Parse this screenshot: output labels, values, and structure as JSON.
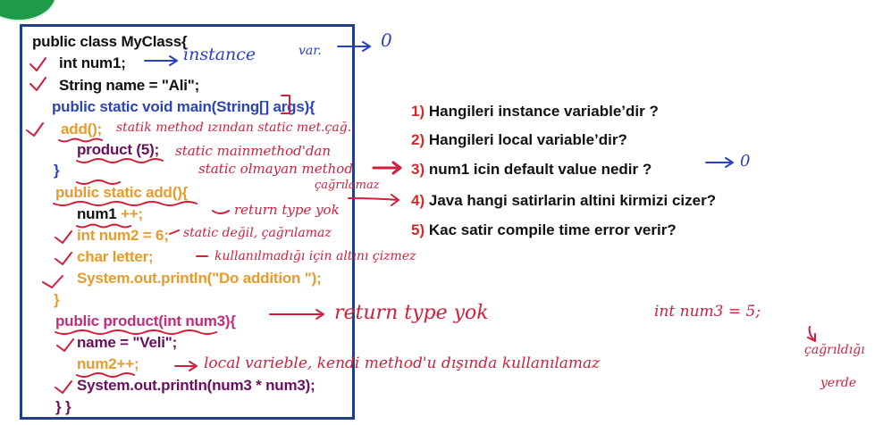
{
  "code": {
    "line1": "public class MyClass{",
    "line2": "int num1;",
    "line3": "String name = \"Ali\";",
    "line4": "public static void main(String[] args){",
    "line5": "add();",
    "line6": "product (5);",
    "line7": "}",
    "line8": "public static add(){",
    "line9_var": "num1",
    "line9_op": "++;",
    "line10": "int num2 = 6;",
    "line11": "char letter;",
    "line12": "System.out.println(\"Do addition \");",
    "line13": "}",
    "line14": "public product(int num3){",
    "line15": "name = \"Veli\";",
    "line16": "num2++;",
    "line17": "System.out.println(num3 * num3);",
    "line18": "} }"
  },
  "questions": [
    {
      "num": "1)",
      "text": "Hangileri instance variable’dir ?"
    },
    {
      "num": "2)",
      "text": "Hangileri local variable’dir?"
    },
    {
      "num": "3)",
      "text": "num1 icin default value nedir ?"
    },
    {
      "num": "4)",
      "text": "Java hangi satirlarin altini kirmizi cizer?"
    },
    {
      "num": "5)",
      "text": "Kac satir compile time error verir?"
    }
  ],
  "notes": {
    "instance": "instance",
    "var": "var.",
    "zero_top": "0",
    "zero_q3": "0",
    "static_call": "statik method ızından static met.çağ.",
    "static_main1": "static mainmethod'dan",
    "static_main2": "static olmayan method",
    "static_main3": "çağrılamaz",
    "return_type_yok1": "return type yok",
    "static_degil": "static değil, çağrılamaz",
    "kullanilmadigi": "kullanılmadığı için altını çizmez",
    "return_type_yok2": "return type yok",
    "int_num3": "int num3 = 5;",
    "cagrildigi": "çağrıldığı",
    "yerde": "yerde",
    "local_var": "local varieble, kendi method'u dışında kullanılamaz"
  }
}
